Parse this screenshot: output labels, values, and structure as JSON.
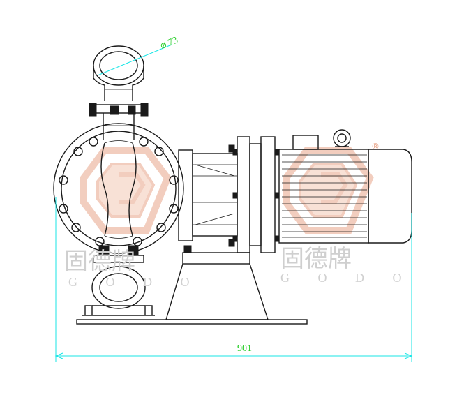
{
  "drawing": {
    "overall_length_dimension": "901",
    "port_diameter_dimension": "73",
    "diameter_symbol": "⌀"
  },
  "watermark": {
    "brand_chinese": "固德牌",
    "brand_latin": "G O D O",
    "registered_mark": "®",
    "logo_color": "#e8a58a"
  },
  "colors": {
    "line": "#1a1a1a",
    "dimension_line": "#19e6e6",
    "dimension_text": "#22cc22"
  }
}
